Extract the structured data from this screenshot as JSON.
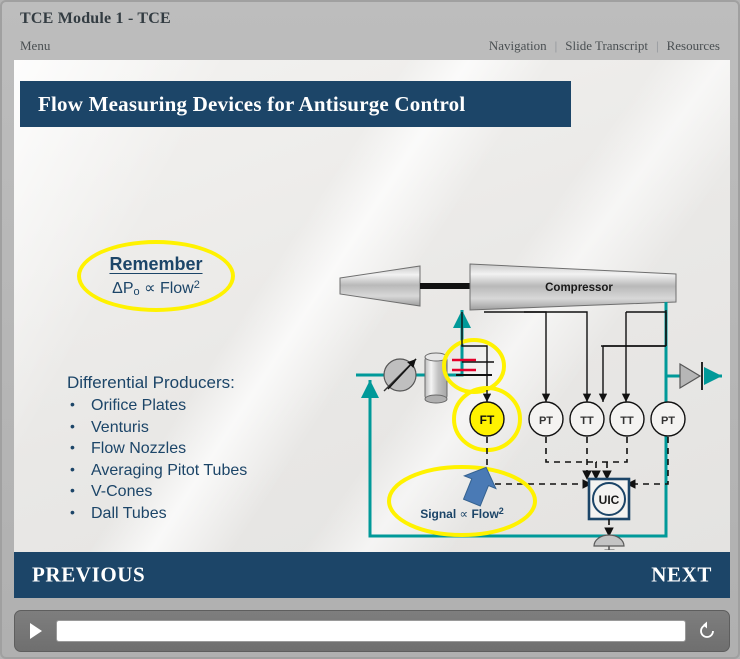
{
  "header": {
    "course_title": "TCE Module 1 - TCE",
    "menu_label": "Menu",
    "nav_links": [
      "Navigation",
      "Slide Transcript",
      "Resources"
    ],
    "separator": "|"
  },
  "slide": {
    "title": "Flow Measuring Devices for Antisurge Control",
    "title_bar_color": "#1c4568",
    "callout": {
      "heading": "Remember",
      "formula_prefix": "ΔP",
      "formula_subscript": "o",
      "formula_operator": " ∝ Flow",
      "formula_superscript": "2",
      "highlight_color": "#fff200"
    },
    "producers": {
      "heading": "Differential Producers:",
      "items": [
        "Orifice Plates",
        "Venturis",
        "Flow Nozzles",
        "Averaging Pitot Tubes",
        "V-Cones",
        "Dall Tubes"
      ]
    },
    "diagram": {
      "compressor_label": "Compressor",
      "instruments": [
        "FT",
        "PT",
        "TT",
        "TT",
        "PT"
      ],
      "controller_label": "UIC",
      "highlighted_instrument": "FT",
      "signal_note_prefix": "Signal ",
      "signal_note_operator": "∝",
      "signal_note_suffix": " Flow",
      "signal_note_superscript": "2",
      "process_line_color": "#009999",
      "signal_line_color": "#1a1a1a",
      "highlight_color": "#fff200",
      "arrow_color": "#4a7ab5",
      "text_color": "#1c4568"
    }
  },
  "slide_nav": {
    "previous_label": "PREVIOUS",
    "next_label": "NEXT"
  },
  "player": {
    "play_icon": "play-icon",
    "replay_icon": "replay-icon",
    "progress_percent": 0
  }
}
